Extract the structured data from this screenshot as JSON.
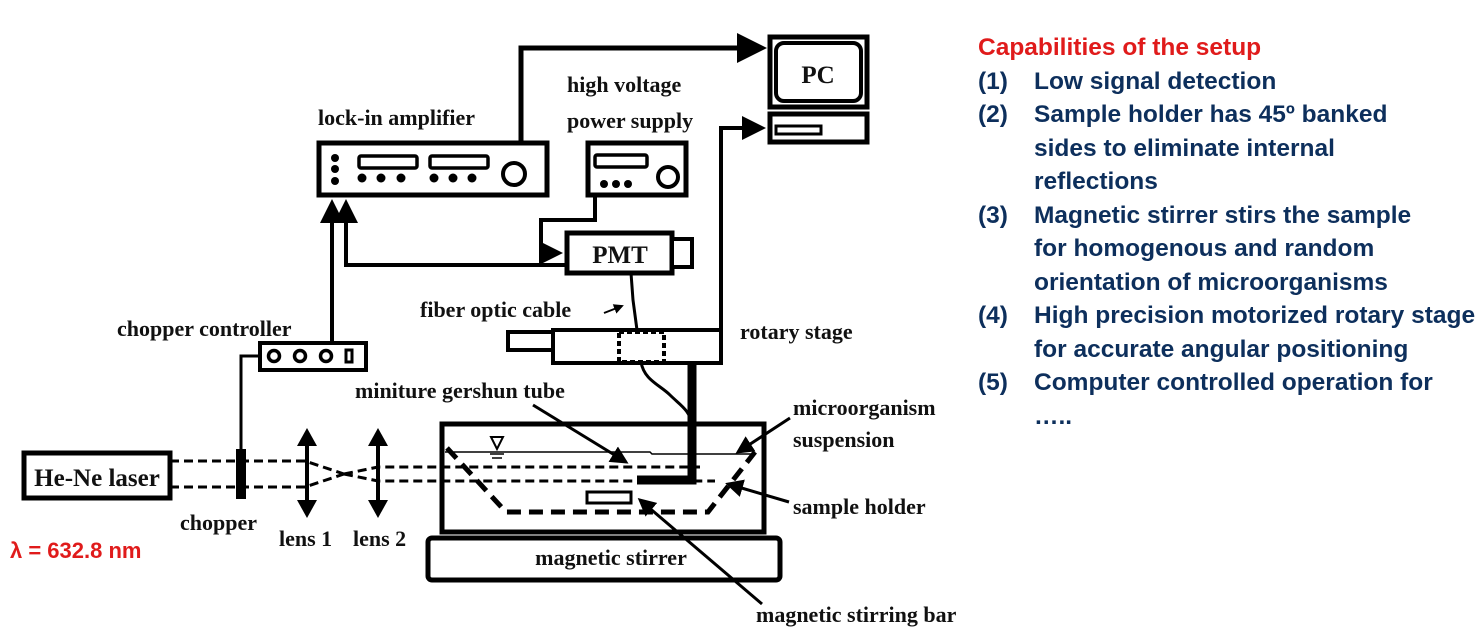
{
  "colors": {
    "accent_red": "#e01b1b",
    "text_navy": "#0d2f5c",
    "line": "#000000"
  },
  "diagram": {
    "labels": {
      "lock_in_amplifier": "lock-in amplifier",
      "high_voltage_line1": "high voltage",
      "high_voltage_line2": "power supply",
      "pc": "PC",
      "pmt": "PMT",
      "fiber_optic_cable": "fiber optic cable",
      "chopper_controller": "chopper controller",
      "rotary_stage": "rotary stage",
      "miniture_gershun_tube": "miniture gershun tube",
      "microorganism_line1": "microorganism",
      "microorganism_line2": "suspension",
      "he_ne_laser": "He-Ne laser",
      "chopper": "chopper",
      "lens1": "lens 1",
      "lens2": "lens 2",
      "sample_holder": "sample holder",
      "magnetic_stirrer": "magnetic stirrer",
      "magnetic_stirring_bar": "magnetic stirring bar",
      "wavelength": "λ = 632.8 nm"
    }
  },
  "capabilities": {
    "title": "Capabilities of the setup",
    "items": [
      {
        "num": "(1)",
        "text": "Low signal detection"
      },
      {
        "num": "(2)",
        "text": "Sample holder has 45º banked sides to eliminate internal reflections"
      },
      {
        "num": "(3)",
        "text": "Magnetic stirrer stirs the sample for homogenous and random orientation of microorganisms"
      },
      {
        "num": "(4)",
        "text": "High precision motorized rotary stage for accurate angular positioning"
      },
      {
        "num": "(5)",
        "text": "Computer controlled operation for ….."
      }
    ]
  }
}
